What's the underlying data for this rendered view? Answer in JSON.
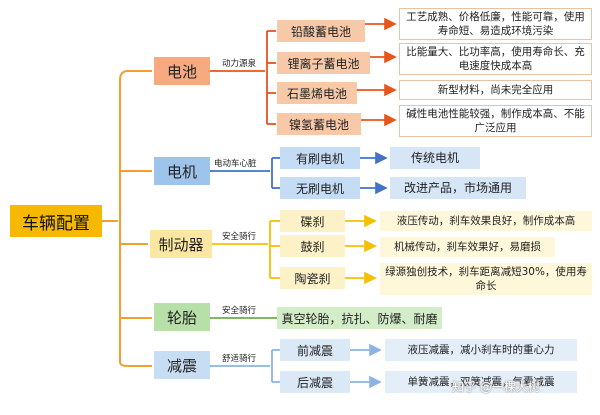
{
  "root": "车辆配置",
  "categories": {
    "battery": {
      "label": "电池",
      "edge_label": "动力源泉",
      "items": [
        {
          "name": "铅酸蓄电池",
          "desc": "工艺成熟、价格低廉，性能可靠，使用寿命短、易造成环境污染"
        },
        {
          "name": "锂离子蓄电池",
          "desc": "比能量大、比功率高，使用寿命长、充电速度快成本高"
        },
        {
          "name": "石墨烯电池",
          "desc": "新型材料，尚未完全应用"
        },
        {
          "name": "镍氢蓄电池",
          "desc": "碱性电池性能较强，制作成本高、不能广泛应用"
        }
      ]
    },
    "motor": {
      "label": "电机",
      "edge_label": "电动车心脏",
      "items": [
        {
          "name": "有刷电机",
          "desc": "传统电机"
        },
        {
          "name": "无刷电机",
          "desc": "改进产品，市场通用"
        }
      ]
    },
    "brake": {
      "label": "制动器",
      "edge_label": "安全骑行",
      "items": [
        {
          "name": "碟刹",
          "desc": "液压传动，刹车效果良好，制作成本高"
        },
        {
          "name": "鼓刹",
          "desc": "机械传动，刹车效果好，易磨损"
        },
        {
          "name": "陶瓷刹",
          "desc": "绿源独创技术，刹车距离减短30%，使用寿命长"
        }
      ]
    },
    "tire": {
      "label": "轮胎",
      "edge_label": "安全骑行",
      "items": [
        {
          "name": "真空轮胎，抗扎、防爆、耐磨"
        }
      ]
    },
    "damp": {
      "label": "减震",
      "edge_label": "舒适骑行",
      "items": [
        {
          "name": "前减震",
          "desc": "液压减震，减小刹车时的重心力"
        },
        {
          "name": "后减震",
          "desc": "单簧减震，双簧减震，气囊减震"
        }
      ]
    }
  },
  "watermark": "知乎 @一棵大树",
  "colors": {
    "root": "#f6b800",
    "battery": "#f5aa80",
    "motor": "#9fc4ec",
    "brake": "#fbe7a2",
    "tire": "#b7e0a8",
    "damp": "#c7ddf3",
    "tree_line": "#f0a030",
    "motor_arrow": "#4472c4",
    "battery_arrow": "#e8541a",
    "brake_arrow": "#f6c000",
    "damp_arrow": "#8db4e2"
  }
}
